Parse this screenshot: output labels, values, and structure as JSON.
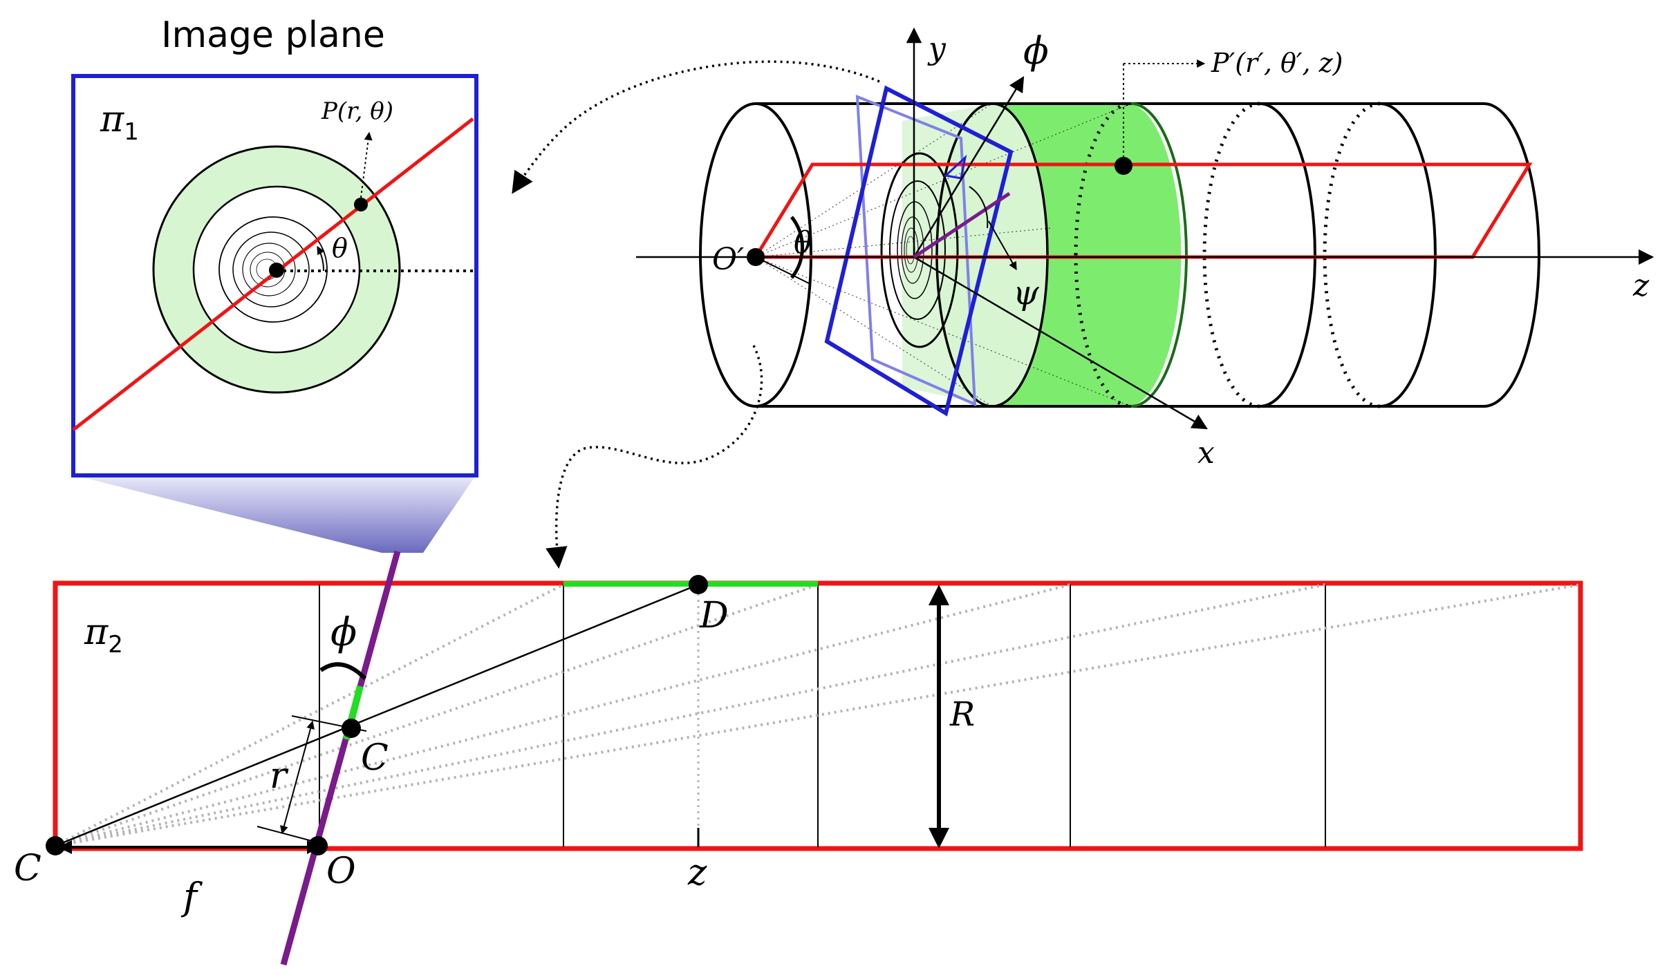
{
  "colors": {
    "blue": "#1f1fd6",
    "red": "#f01414",
    "purple": "#7a1a8c",
    "green": "#22dd22",
    "light_green": "#d6f5d0",
    "band_green": "#7dec6e",
    "dark_green": "#1a6b1a",
    "grey": "#b4b4b4"
  },
  "image_plane": {
    "title": "Image plane",
    "pi1": "π",
    "pi1_sub": "1",
    "p_label": "P(r, θ)",
    "theta": "θ"
  },
  "cylinder": {
    "y_axis": "y",
    "x_axis": "x",
    "z_axis": "z",
    "origin": "O′",
    "theta": "θ",
    "phi": "ϕ",
    "psi": "ψ",
    "p_prime": "P′(r′, θ′, z)"
  },
  "cross_section": {
    "pi2": "π",
    "pi2_sub": "2",
    "phi": "ϕ",
    "c_left": "C",
    "c_point": "C",
    "d_point": "D",
    "o_point": "O",
    "f_label": "f",
    "r_label": "r",
    "R_label": "R",
    "z_label": "z"
  }
}
